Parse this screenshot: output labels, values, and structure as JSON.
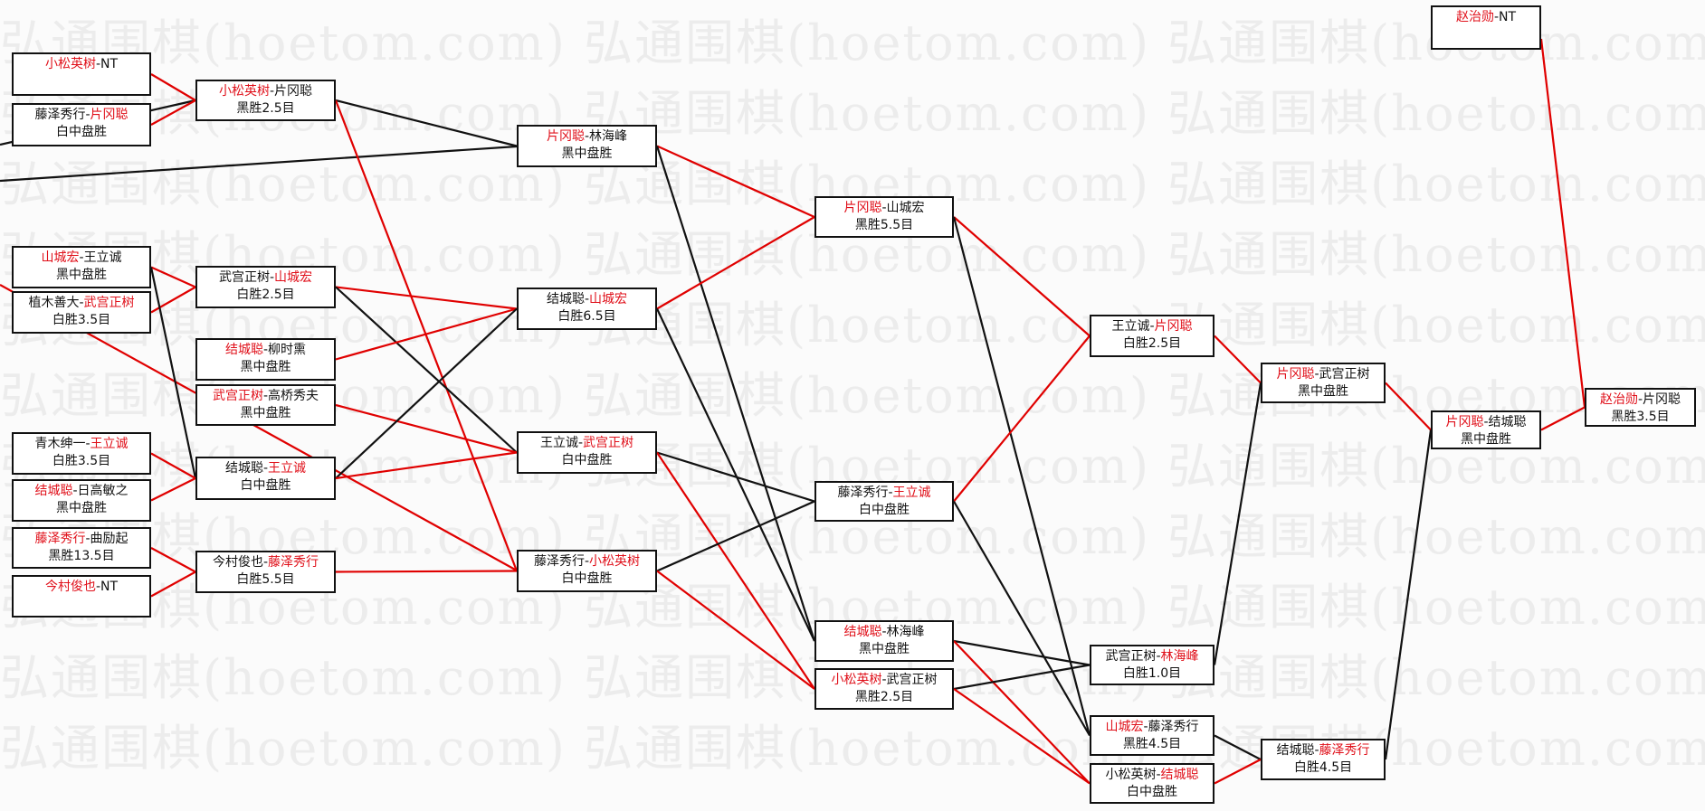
{
  "watermark": "弘通围棋(hoetom.com) 弘通围棋(hoetom.com) 弘通围棋(hoetom.com)",
  "colors": {
    "winner_line": "#e00000",
    "loser_line": "#111111",
    "winner_name": "#e0101a"
  },
  "matches": {
    "A1": {
      "p1": "小松英树",
      "p2": "NT",
      "winner": 1,
      "result": ""
    },
    "A2": {
      "p1": "藤泽秀行",
      "p2": "片冈聪",
      "winner": 2,
      "result": "白中盘胜"
    },
    "A3": {
      "p1": "山城宏",
      "p2": "王立诚",
      "winner": 1,
      "result": "黑中盘胜"
    },
    "A4": {
      "p1": "植木善大",
      "p2": "武宫正树",
      "winner": 2,
      "result": "白胜3.5目"
    },
    "A5": {
      "p1": "青木绅一",
      "p2": "王立诚",
      "winner": 2,
      "result": "白胜3.5目"
    },
    "A6": {
      "p1": "结城聪",
      "p2": "日高敏之",
      "winner": 1,
      "result": "黑中盘胜"
    },
    "A7": {
      "p1": "藤泽秀行",
      "p2": "曲励起",
      "winner": 1,
      "result": "黑胜13.5目"
    },
    "A8": {
      "p1": "今村俊也",
      "p2": "NT",
      "winner": 1,
      "result": ""
    },
    "B1": {
      "p1": "小松英树",
      "p2": "片冈聪",
      "winner": 1,
      "result": "黑胜2.5目"
    },
    "B2": {
      "p1": "武宫正树",
      "p2": "山城宏",
      "winner": 2,
      "result": "白胜2.5目"
    },
    "B3": {
      "p1": "结城聪",
      "p2": "柳时熏",
      "winner": 1,
      "result": "黑中盘胜"
    },
    "B4": {
      "p1": "武宫正树",
      "p2": "高桥秀夫",
      "winner": 1,
      "result": "黑中盘胜"
    },
    "B5": {
      "p1": "结城聪",
      "p2": "王立诚",
      "winner": 2,
      "result": "白中盘胜"
    },
    "B6": {
      "p1": "今村俊也",
      "p2": "藤泽秀行",
      "winner": 2,
      "result": "白胜5.5目"
    },
    "C1": {
      "p1": "片冈聪",
      "p2": "林海峰",
      "winner": 1,
      "result": "黑中盘胜"
    },
    "C2": {
      "p1": "结城聪",
      "p2": "山城宏",
      "winner": 2,
      "result": "白胜6.5目"
    },
    "C3": {
      "p1": "王立诚",
      "p2": "武宫正树",
      "winner": 2,
      "result": "白中盘胜"
    },
    "C4": {
      "p1": "藤泽秀行",
      "p2": "小松英树",
      "winner": 2,
      "result": "白中盘胜"
    },
    "D1": {
      "p1": "片冈聪",
      "p2": "山城宏",
      "winner": 1,
      "result": "黑胜5.5目"
    },
    "D2": {
      "p1": "藤泽秀行",
      "p2": "王立诚",
      "winner": 2,
      "result": "白中盘胜"
    },
    "D3": {
      "p1": "结城聪",
      "p2": "林海峰",
      "winner": 1,
      "result": "黑中盘胜"
    },
    "D4": {
      "p1": "小松英树",
      "p2": "武宫正树",
      "winner": 1,
      "result": "黑胜2.5目"
    },
    "E1": {
      "p1": "王立诚",
      "p2": "片冈聪",
      "winner": 2,
      "result": "白胜2.5目"
    },
    "E2": {
      "p1": "武宫正树",
      "p2": "林海峰",
      "winner": 2,
      "result": "白胜1.0目"
    },
    "E3": {
      "p1": "山城宏",
      "p2": "藤泽秀行",
      "winner": 1,
      "result": "黑胜4.5目"
    },
    "E4": {
      "p1": "小松英树",
      "p2": "结城聪",
      "winner": 2,
      "result": "白中盘胜"
    },
    "F1": {
      "p1": "片冈聪",
      "p2": "武宫正树",
      "winner": 1,
      "result": "黑中盘胜"
    },
    "F2": {
      "p1": "结城聪",
      "p2": "藤泽秀行",
      "winner": 2,
      "result": "白胜4.5目"
    },
    "G0": {
      "p1": "赵治勋",
      "p2": "NT",
      "winner": 1,
      "result": ""
    },
    "G1": {
      "p1": "片冈聪",
      "p2": "结城聪",
      "winner": 1,
      "result": "黑中盘胜"
    },
    "H1": {
      "p1": "赵治勋",
      "p2": "片冈聪",
      "winner": 1,
      "result": "黑胜3.5目"
    }
  },
  "edges": [
    [
      "A1",
      "B1",
      true
    ],
    [
      "A2",
      "B1",
      true
    ],
    [
      "A3",
      "B2",
      true
    ],
    [
      "A4",
      "B2",
      true
    ],
    [
      "A3",
      "B5",
      false
    ],
    [
      "A5",
      "B5",
      true
    ],
    [
      "A6",
      "B5",
      true
    ],
    [
      "A7",
      "B6",
      true
    ],
    [
      "A8",
      "B6",
      true
    ],
    [
      "B1",
      "C1",
      false
    ],
    [
      "B1",
      "C4",
      true
    ],
    [
      "B2",
      "C2",
      true
    ],
    [
      "B2",
      "C3",
      false
    ],
    [
      "B3",
      "C2",
      true
    ],
    [
      "B4",
      "C3",
      true
    ],
    [
      "B5",
      "C2",
      false
    ],
    [
      "B5",
      "C3",
      true
    ],
    [
      "B6",
      "C4",
      true
    ],
    [
      "C1",
      "D1",
      true
    ],
    [
      "C1",
      "D3",
      false
    ],
    [
      "C2",
      "D1",
      true
    ],
    [
      "C2",
      "D3",
      false
    ],
    [
      "C3",
      "D2",
      false
    ],
    [
      "C3",
      "D4",
      true
    ],
    [
      "C4",
      "D2",
      false
    ],
    [
      "C4",
      "D4",
      true
    ],
    [
      "D1",
      "E1",
      true
    ],
    [
      "D1",
      "E3",
      false
    ],
    [
      "D2",
      "E1",
      true
    ],
    [
      "D2",
      "E3",
      false
    ],
    [
      "D3",
      "E2",
      false
    ],
    [
      "D3",
      "E4",
      true
    ],
    [
      "D4",
      "E2",
      false
    ],
    [
      "D4",
      "E4",
      true
    ],
    [
      "E1",
      "F1",
      true
    ],
    [
      "E2",
      "F1",
      false
    ],
    [
      "E3",
      "F2",
      false
    ],
    [
      "E4",
      "F2",
      true
    ],
    [
      "F1",
      "G1",
      true
    ],
    [
      "F2",
      "G1",
      false
    ],
    [
      "G0",
      "H1",
      true
    ],
    [
      "G1",
      "H1",
      true
    ]
  ]
}
